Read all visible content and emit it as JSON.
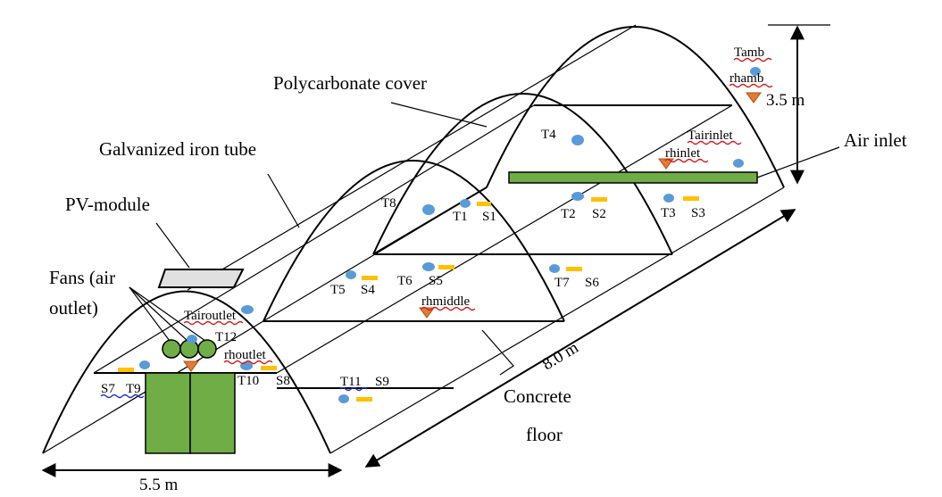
{
  "labels": {
    "polycarbonate_cover": "Polycarbonate cover",
    "galvanized_tube": "Galvanized iron tube",
    "pv_module": "PV-module",
    "fans_line1": "Fans  (air",
    "fans_line2": "outlet)",
    "air_inlet": "Air inlet",
    "concrete_line1": "Concrete",
    "concrete_line2": "floor",
    "dim_width": "5.5 m",
    "dim_length": "8.0 m",
    "dim_height": "3.5 m"
  },
  "sensors": {
    "tamb": "Tamb",
    "rhamb": "rhamb",
    "tairinlet": "Tairinlet",
    "rhinlet": "rhinlet",
    "tairoutlet": "Tairoutlet",
    "rhoutlet": "rhoutlet",
    "rhmiddle": "rhmiddle",
    "t1": "T1",
    "t2": "T2",
    "t3": "T3",
    "t4": "T4",
    "t5": "T5",
    "t6": "T6",
    "t7": "T7",
    "t8": "T8",
    "t9": "T9",
    "t10": "T10",
    "t11": "T11",
    "t12": "T12",
    "s1": "S1",
    "s2": "S2",
    "s3": "S3",
    "s4": "S4",
    "s5": "S5",
    "s6": "S6",
    "s7": "S7",
    "s8": "S8",
    "s9": "S9"
  },
  "colors": {
    "temperature_sensor": "#5b9bd5",
    "humidity_sensor": "#e07b39",
    "solar_sensor": "#ffc000",
    "fan_and_door": "#70ad47",
    "pv_module": "#e0e0e0"
  }
}
